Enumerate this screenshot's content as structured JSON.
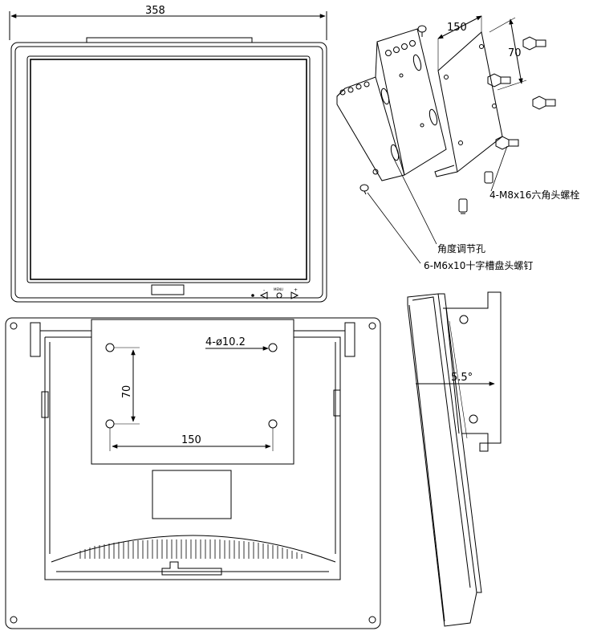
{
  "front_view": {
    "width_dimension": "358",
    "button_left": "◁",
    "button_menu_label": "MENU",
    "button_right": "▷"
  },
  "bracket_view": {
    "hole_spacing_h": "150",
    "hole_spacing_v": "70",
    "callout_hex_bolt": "4-M8x16六角头螺栓",
    "callout_angle_holes": "角度调节孔",
    "callout_screw": "6-M6x10十字槽盘头螺钉"
  },
  "rear_view": {
    "hole_callout": "4-ø10.2",
    "hole_spacing_v": "70",
    "hole_spacing_h": "150"
  },
  "side_view": {
    "tilt_angle": "5.5°"
  },
  "colors": {
    "line": "#000000",
    "background": "#ffffff"
  }
}
